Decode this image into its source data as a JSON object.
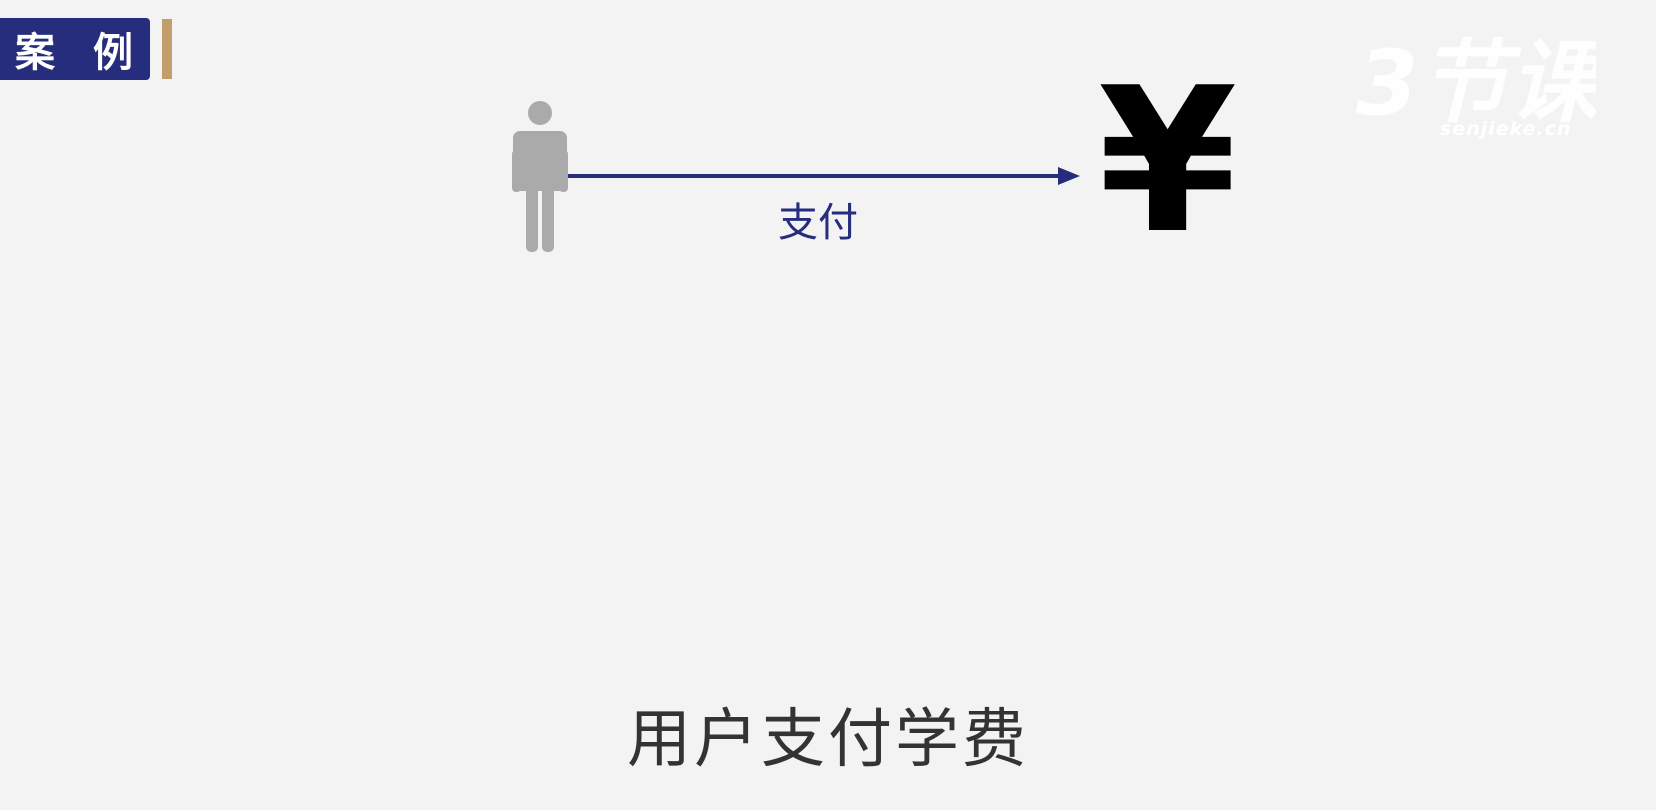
{
  "badge": {
    "label": "案 例"
  },
  "watermark": {
    "logo_text": "3节课",
    "domain": "senjieke.cn"
  },
  "diagram": {
    "actor_icon": "person-icon",
    "arrow_label": "支付",
    "target_symbol": "¥"
  },
  "caption": "用户支付学费",
  "colors": {
    "background": "#f3f3f3",
    "badge": "#252d7c",
    "accent_bar": "#c19e6a",
    "arrow": "#252d7c",
    "person": "#aaaaaa"
  }
}
